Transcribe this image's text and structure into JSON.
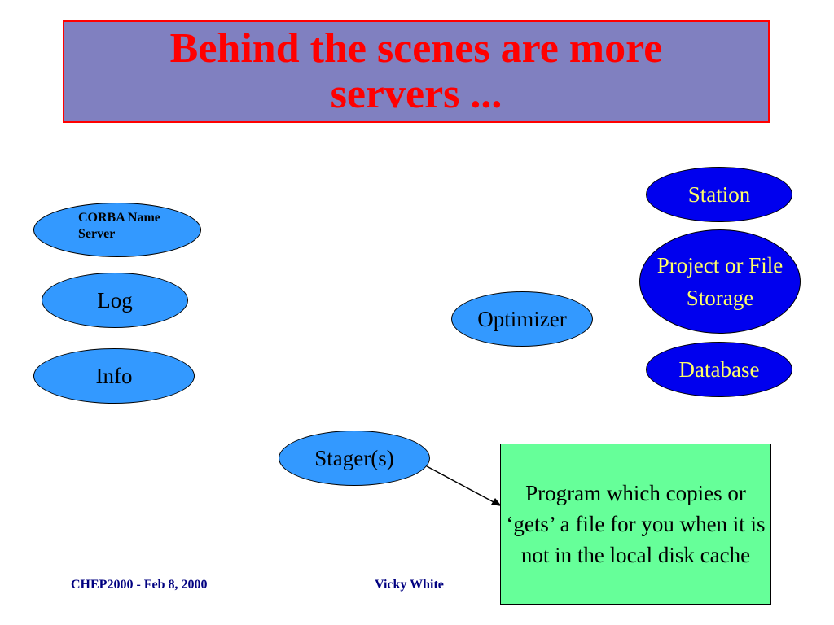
{
  "title": "Behind the scenes are more servers ...",
  "nodes": {
    "corba": "CORBA Name Server",
    "log": "Log",
    "info": "Info",
    "optimizer": "Optimizer",
    "stager": "Stager(s)",
    "station": "Station",
    "project": "Project or File Storage",
    "database": "Database"
  },
  "note": "Program which copies or ‘gets’ a file for you when it is not in the local disk cache",
  "footer": {
    "left": "CHEP2000 - Feb 8, 2000",
    "center": "Vicky White"
  },
  "colors": {
    "title_bg": "#8080c0",
    "title_text": "#ff0000",
    "light_node": "#3399ff",
    "dark_node": "#0000ee",
    "dark_node_text": "#ffff66",
    "note_bg": "#66ff99",
    "footer_text": "#000080"
  }
}
